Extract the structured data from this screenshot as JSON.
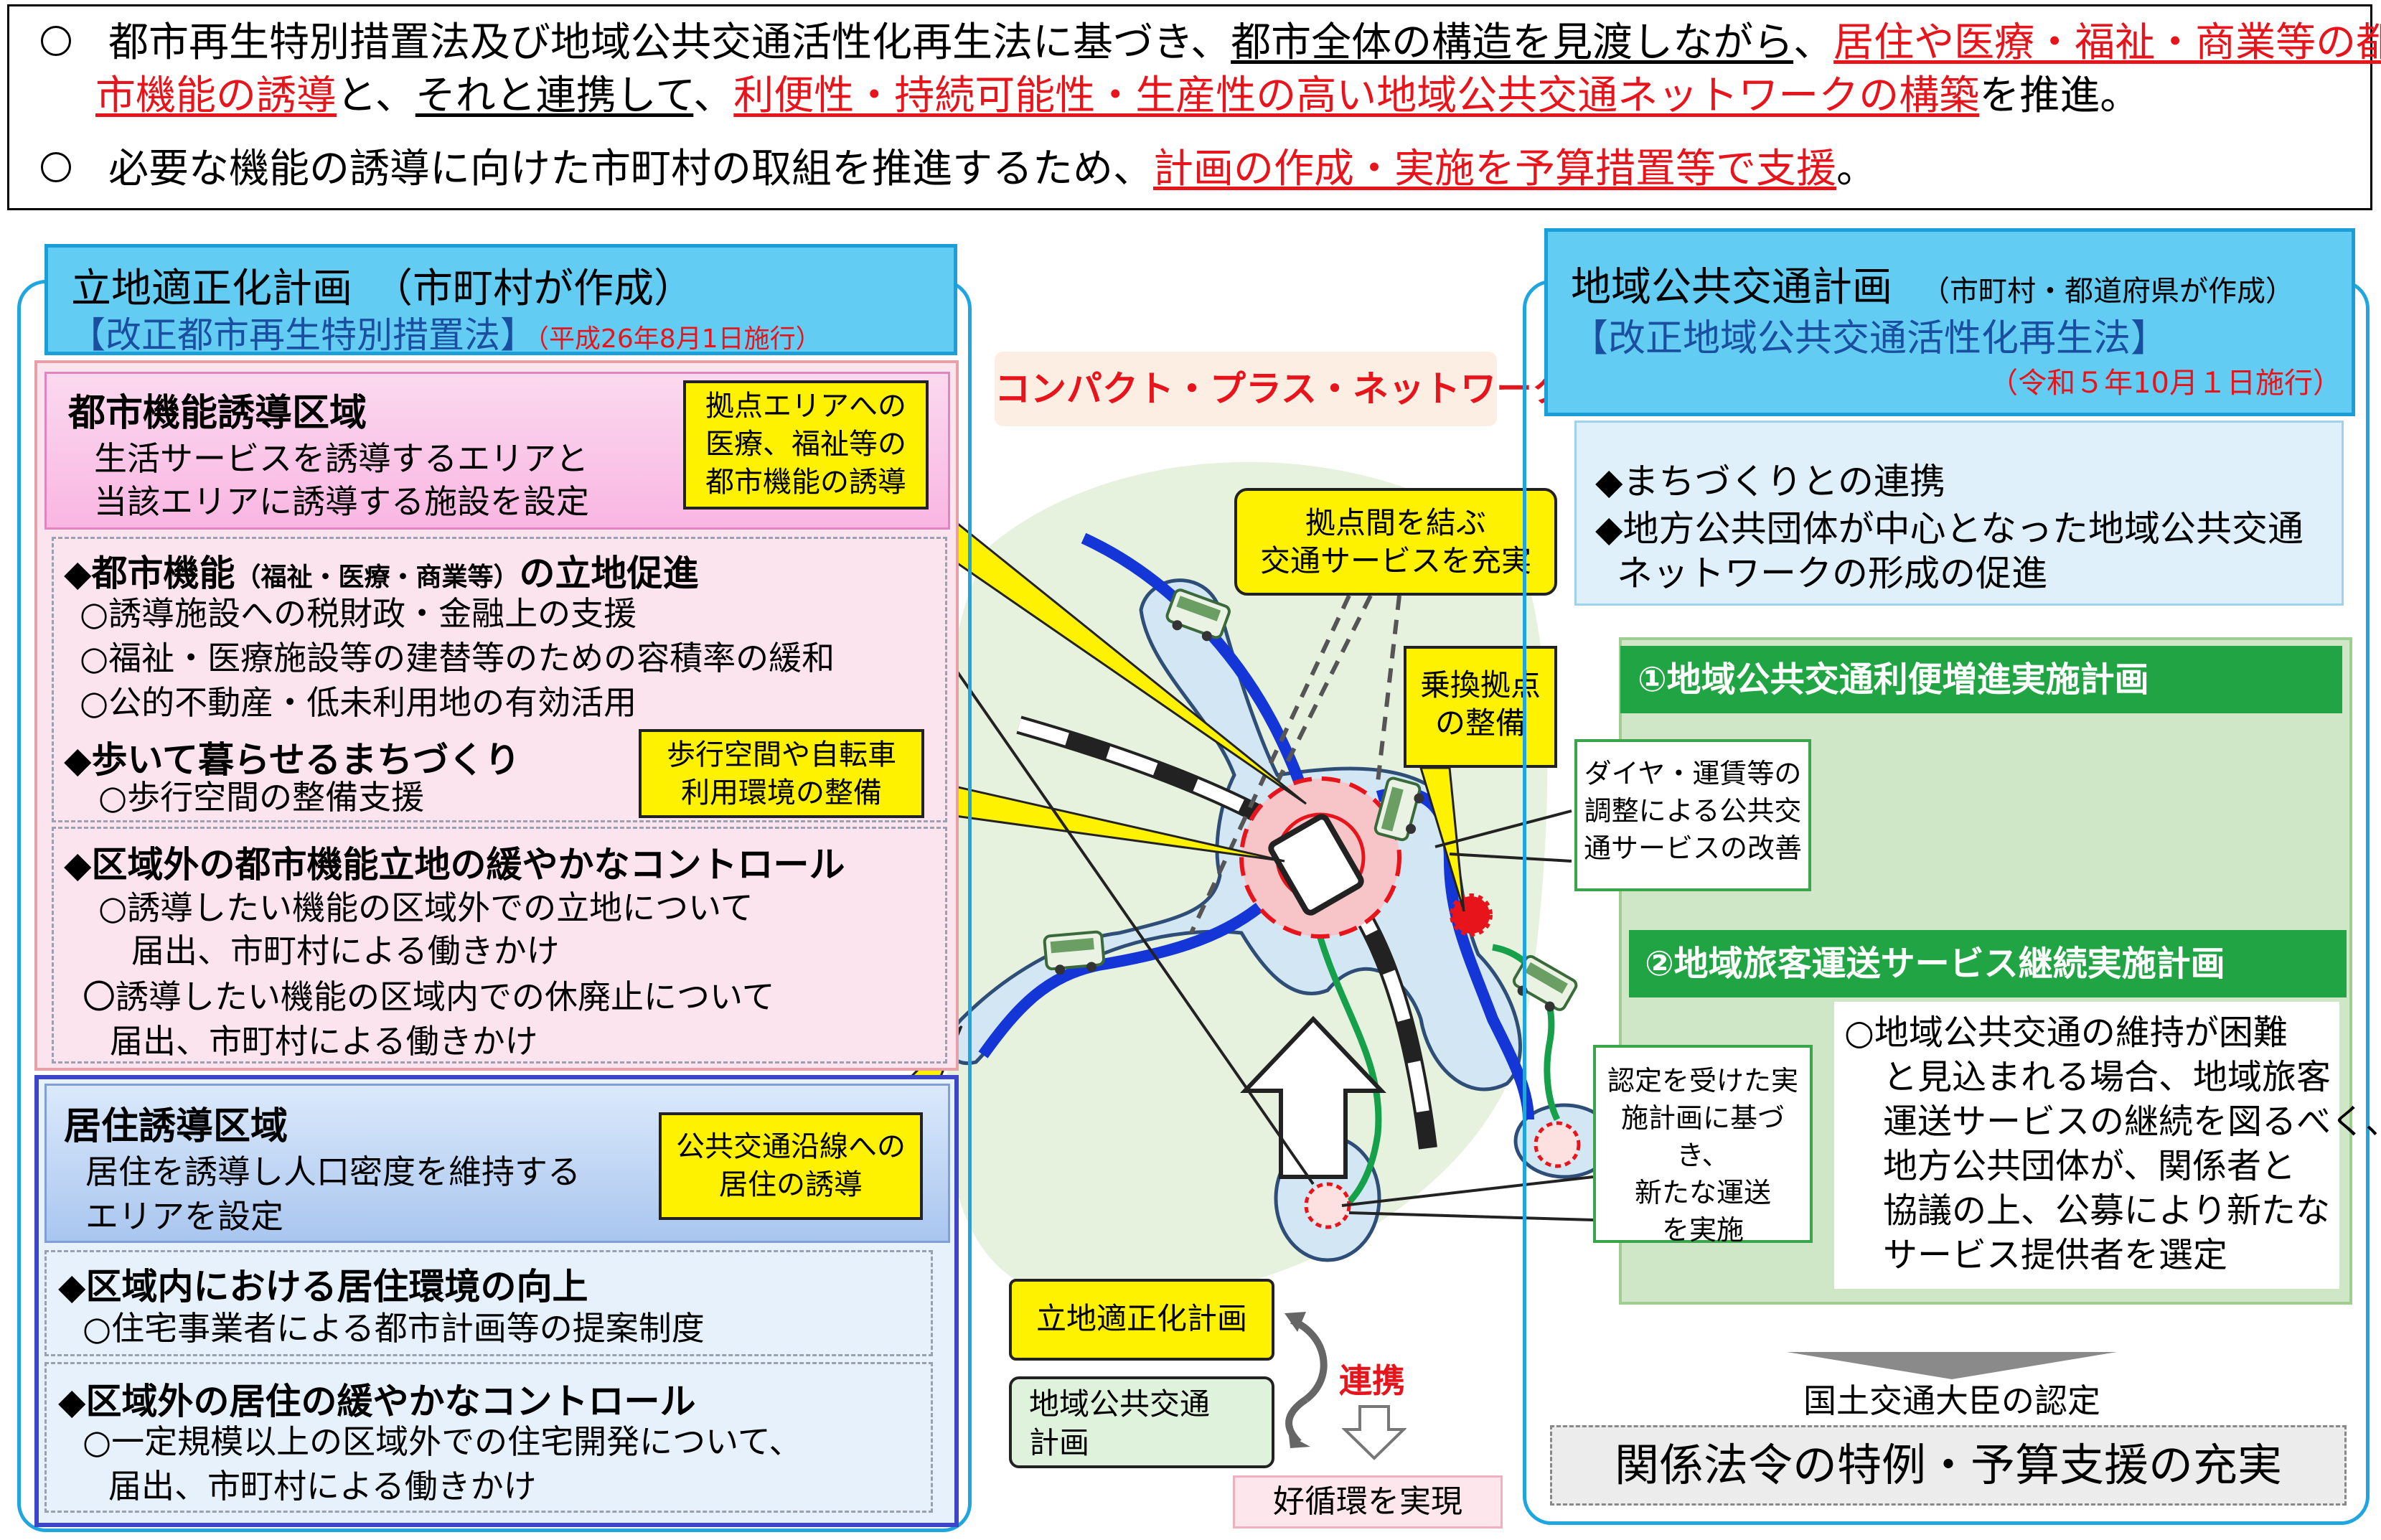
{
  "header": {
    "line1": {
      "a": "都市再生特別措置法及び地域公共交通活性化再生法に基づき、",
      "b": "都市全体の構造を見渡しながら",
      "c": "、",
      "d": "居住や医療・福祉・商業等の都"
    },
    "line2": {
      "a": "市機能の誘導",
      "b": "と、",
      "c": "それと連携して",
      "d": "、",
      "e": "利便性・持続可能性・生産性の高い地域公共交通ネットワークの構築",
      "f": "を推進。"
    },
    "line3": {
      "a": "必要な機能の誘導に向けた市町村の取組を推進するため、",
      "b": "計画の作成・実施を予算措置等で支援",
      "c": "。"
    }
  },
  "left": {
    "title": "立地適正化計画　（市町村が作成）",
    "law": "【改正都市再生特別措置法】",
    "law_date": "（平成26年8月1日施行）",
    "zone1": {
      "title": "都市機能誘導区域",
      "desc1": "生活サービスを誘導するエリアと",
      "desc2": "当該エリアに誘導する施設を設定",
      "b1_head": "◆都市機能",
      "b1_small": "（福祉・医療・商業等）",
      "b1_tail": "の立地促進",
      "b1_items": [
        "○誘導施設への税財政・金融上の支援",
        "○福祉・医療施設等の建替等のための容積率の緩和",
        "○公的不動産・低未利用地の有効活用"
      ],
      "b2_head": "◆歩いて暮らせるまちづくり",
      "b2_items": [
        "○歩行空間の整備支援"
      ],
      "b3_head": "◆区域外の都市機能立地の緩やかなコントロール",
      "b3_items": [
        "○誘導したい機能の区域外での立地について",
        "届出、市町村による働きかけ",
        "〇誘導したい機能の区域内での休廃止について",
        "届出、市町村による働きかけ"
      ]
    },
    "zone2": {
      "title": "居住誘導区域",
      "desc1": "居住を誘導し人口密度を維持する",
      "desc2": "エリアを設定",
      "b1_head": "◆区域内における居住環境の向上",
      "b1_items": [
        "○住宅事業者による都市計画等の提案制度"
      ],
      "b2_head": "◆区域外の居住の緩やかなコントロール",
      "b2_items": [
        "○一定規模以上の区域外での住宅開発について、",
        "届出、市町村による働きかけ"
      ]
    },
    "callouts": {
      "c1": [
        "拠点エリアへの",
        "医療、福祉等の",
        "都市機能の誘導"
      ],
      "c2": [
        "歩行空間や自転車",
        "利用環境の整備"
      ],
      "c3": [
        "公共交通沿線への",
        "居住の誘導"
      ]
    }
  },
  "center": {
    "title": "コンパクト・プラス・ネットワーク",
    "callout_top": [
      "拠点間を結ぶ",
      "交通サービスを充実"
    ],
    "callout_transfer": [
      "乗換拠点",
      "の整備"
    ],
    "legend": {
      "plan_a": "立地適正化計画",
      "plan_b": [
        "地域公共交通",
        "計画"
      ],
      "link": "連携",
      "result": "好循環を実現"
    }
  },
  "right": {
    "title": "地域公共交通計画",
    "title_small": "（市町村・都道府県が作成）",
    "law": "【改正地域公共交通活性化再生法】",
    "law_date": "（令和５年10月１日施行）",
    "points": [
      "◆まちづくりとの連携",
      "◆地方公共団体が中心となった地域公共交通",
      "ネットワークの形成の促進"
    ],
    "plan1": "①地域公共交通利便増進実施計画",
    "plan1_callout": [
      "ダイヤ・運賃等の",
      "調整による公共交",
      "通サービスの改善"
    ],
    "plan2": "②地域旅客運送サービス継続実施計画",
    "plan2_callout": [
      "認定を受けた実",
      "施計画に基づき、",
      "新たな運送",
      "を実施"
    ],
    "plan2_text": [
      "○地域公共交通の維持が困難",
      "と見込まれる場合、地域旅客",
      "運送サービスの継続を図るべく、",
      "地方公共団体が、関係者と",
      "協議の上、公募により新たな",
      "サービス提供者を選定"
    ],
    "approval": "国土交通大臣の認定",
    "result": "関係法令の特例・予算支援の充実"
  }
}
